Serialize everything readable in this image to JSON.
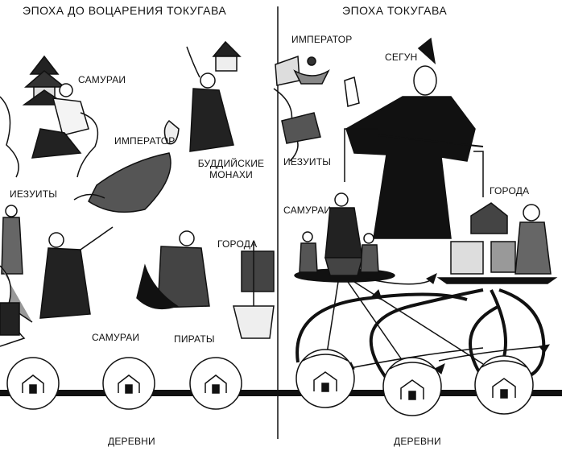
{
  "left_panel": {
    "heading": "ЭПОХА ДО ВОЦАРЕНИЯ ТОКУГАВА",
    "labels": {
      "samurai_top": "САМУРАИ",
      "emperor": "ИМПЕРАТОР",
      "buddhist_monks_line1": "БУДДИЙСКИЕ",
      "buddhist_monks_line2": "МОНАХИ",
      "jesuits": "ИЕЗУИТЫ",
      "cities": "ГОРОДА",
      "samurai_bottom": "САМУРАИ",
      "pirates": "ПИРАТЫ"
    },
    "footer": "ДЕРЕВНИ"
  },
  "right_panel": {
    "heading": "ЭПОХА ТОКУГАВА",
    "labels": {
      "emperor": "ИМПЕРАТОР",
      "shogun": "СЕГУН",
      "jesuits": "ИЕЗУИТЫ",
      "samurai": "САМУРАИ",
      "cities": "ГОРОДА"
    },
    "footer": "ДЕРЕВНИ"
  }
}
